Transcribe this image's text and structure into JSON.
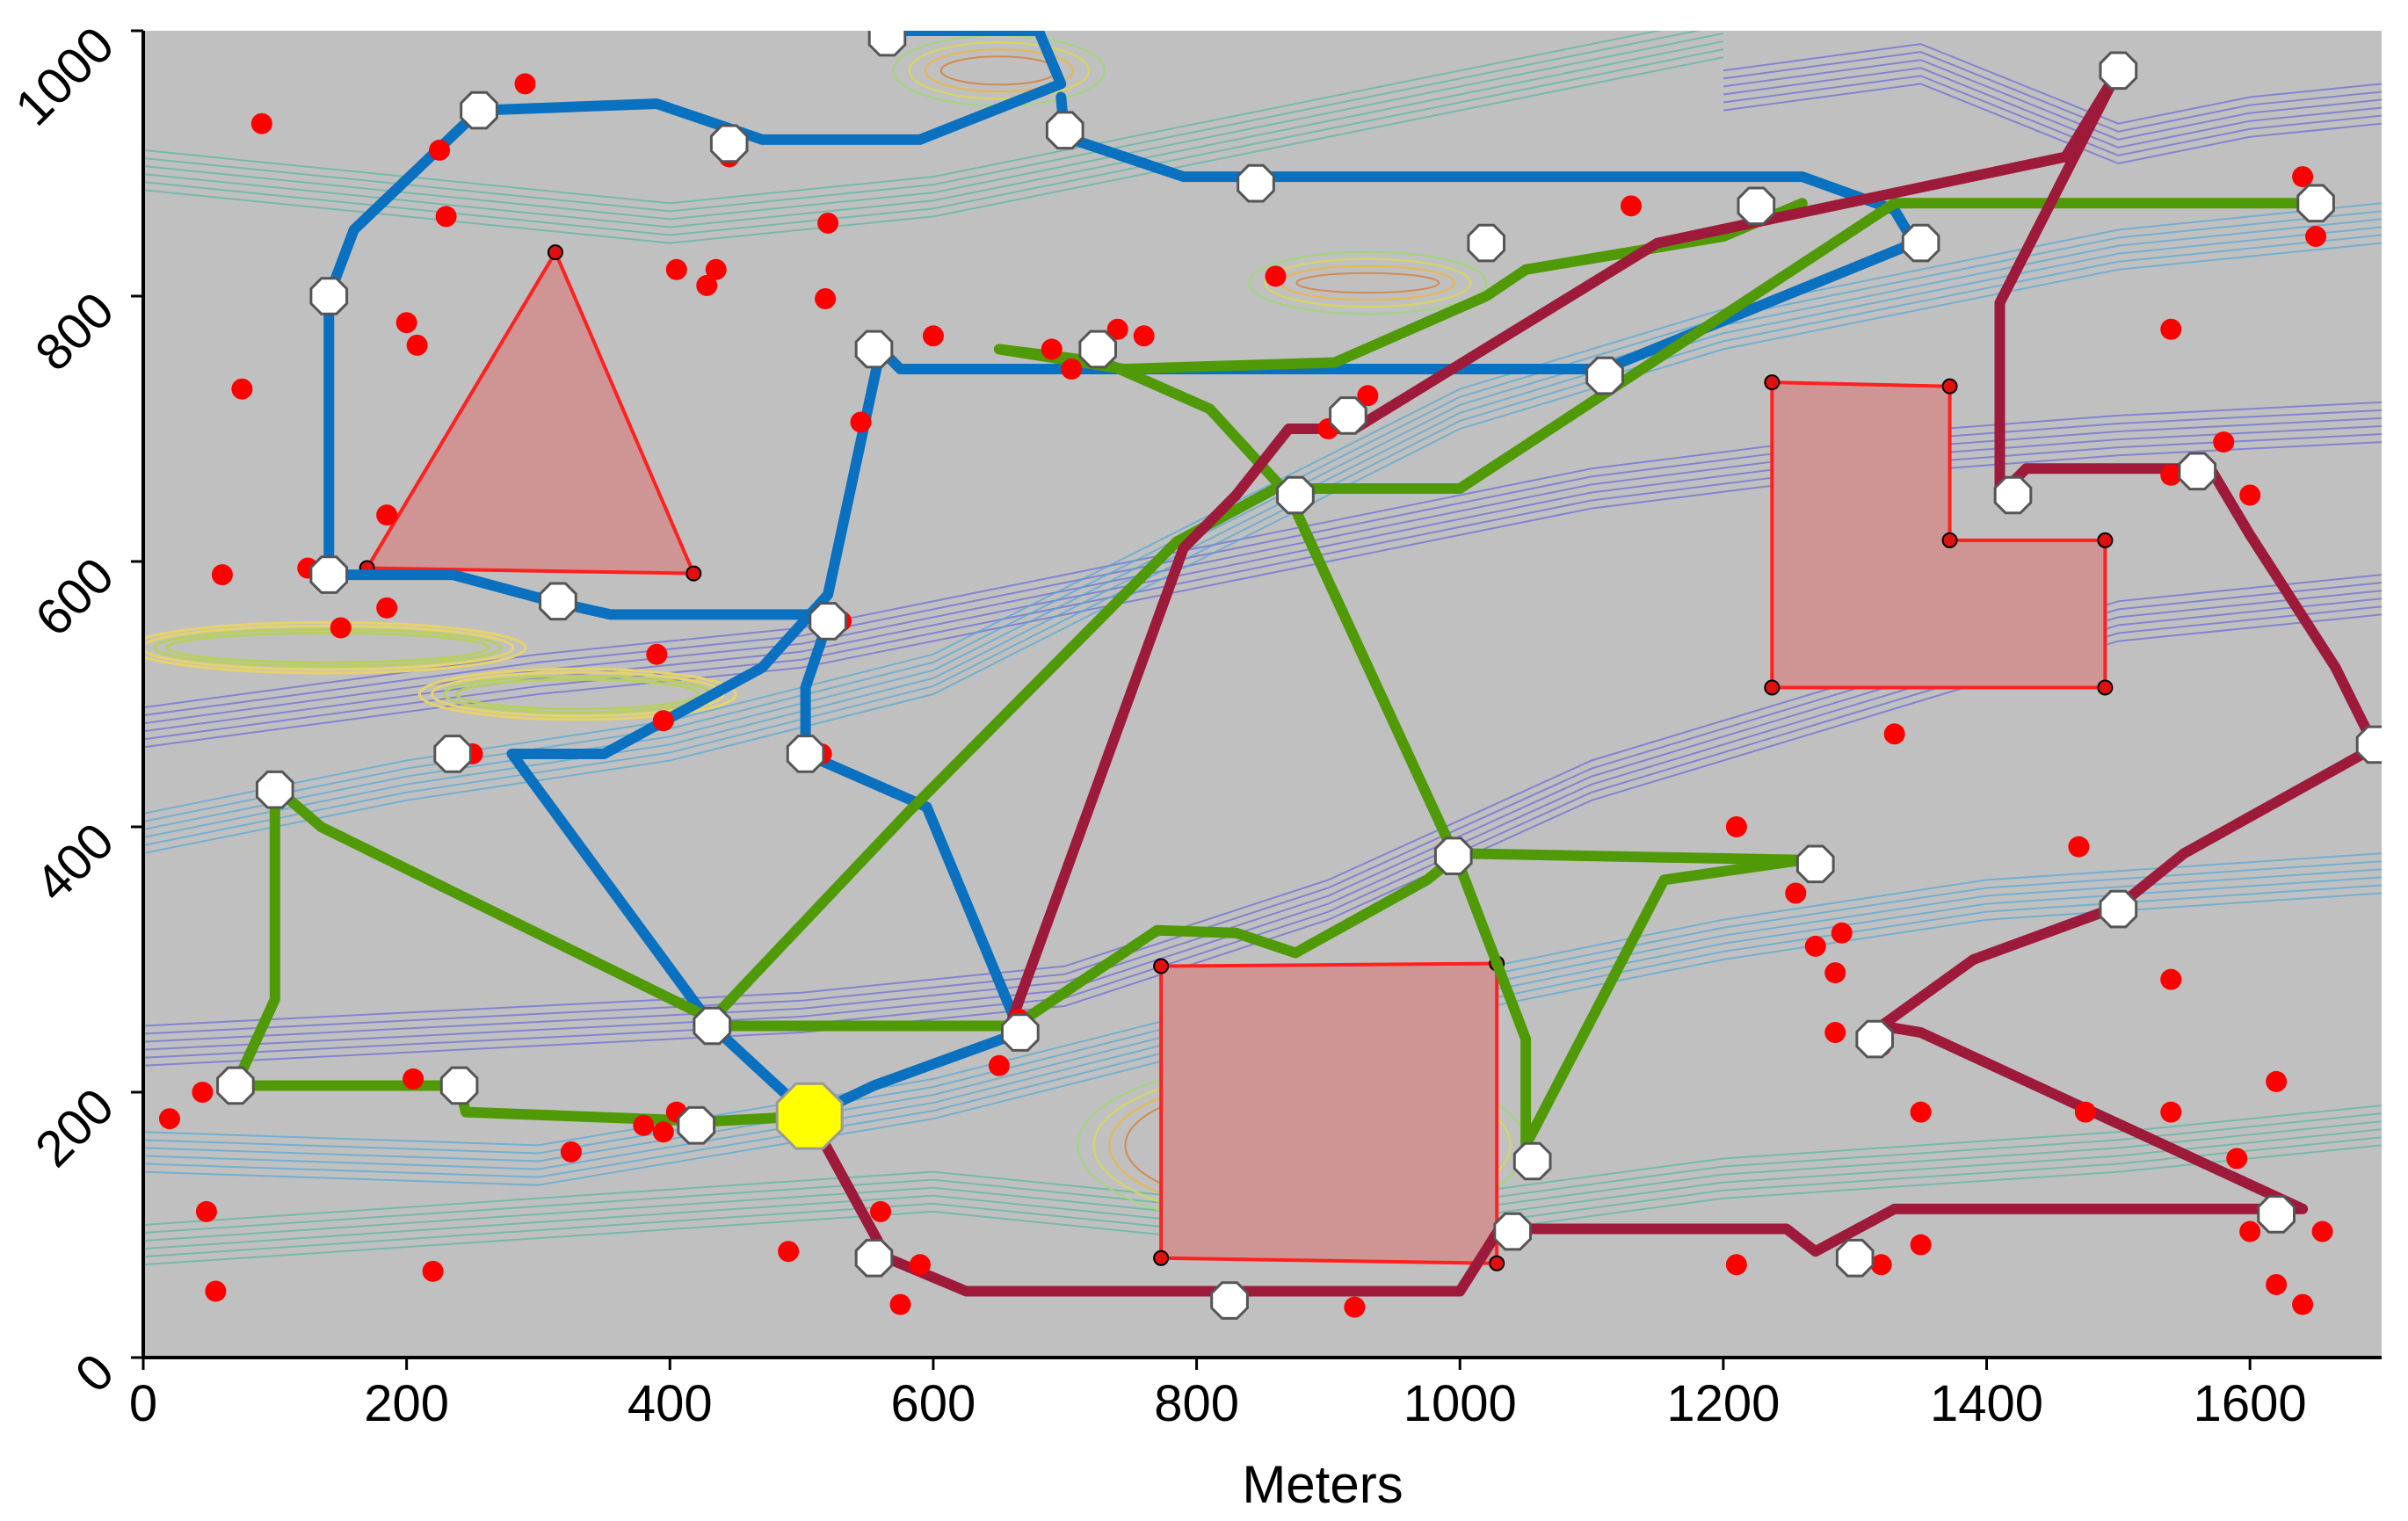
{
  "chart_data": {
    "type": "scatter",
    "title": "",
    "xlabel": "Meters",
    "ylabel": "",
    "xlim": [
      0,
      1700
    ],
    "ylim": [
      0,
      1000
    ],
    "x_ticks": [
      "0",
      "200",
      "400",
      "600",
      "800",
      "1000",
      "1200",
      "1400",
      "1600"
    ],
    "y_ticks": [
      "0",
      "200",
      "400",
      "600",
      "800",
      "1000"
    ],
    "grid": false,
    "legend": "none",
    "colors": {
      "background": "#c0c0c0",
      "blue_route": "#0a70c0",
      "green_route": "#4f9a06",
      "red_route": "#9e1a3a",
      "point": "#ff0000",
      "obstacle_fill": "#cf9494",
      "obstacle_edge": "#ff2020",
      "depot": "#ffff00"
    },
    "obstacles": [
      {
        "name": "triangle",
        "points": [
          [
            313,
            833
          ],
          [
            170,
            595
          ],
          [
            418,
            591
          ]
        ]
      },
      {
        "name": "l-shape",
        "points": [
          [
            1237,
            735
          ],
          [
            1372,
            732
          ],
          [
            1372,
            616
          ],
          [
            1490,
            616
          ],
          [
            1490,
            505
          ],
          [
            1237,
            505
          ]
        ]
      },
      {
        "name": "square",
        "points": [
          [
            773,
            295
          ],
          [
            1028,
            297
          ],
          [
            1028,
            71
          ],
          [
            773,
            75
          ]
        ]
      }
    ],
    "routes": [
      {
        "color": "blue",
        "path": [
          [
            506,
            182
          ],
          [
            555,
            205
          ],
          [
            666,
            245
          ],
          [
            595,
            415
          ],
          [
            503,
            455
          ],
          [
            503,
            505
          ],
          [
            520,
            555
          ],
          [
            515,
            560
          ],
          [
            355,
            560
          ],
          [
            310,
            570
          ],
          [
            235,
            590
          ],
          [
            141,
            590
          ],
          [
            141,
            800
          ],
          [
            160,
            850
          ],
          [
            255,
            940
          ],
          [
            390,
            945
          ],
          [
            470,
            918
          ],
          [
            590,
            918
          ],
          [
            697,
            960
          ],
          [
            680,
            1000
          ],
          [
            570,
            1000
          ],
          [
            565,
            995
          ]
        ]
      },
      {
        "color": "blue",
        "path": [
          [
            506,
            182
          ],
          [
            432,
            250
          ],
          [
            280,
            455
          ],
          [
            295,
            455
          ],
          [
            350,
            455
          ],
          [
            470,
            520
          ],
          [
            520,
            575
          ],
          [
            560,
            760
          ],
          [
            575,
            745
          ],
          [
            700,
            745
          ],
          [
            1110,
            745
          ],
          [
            1345,
            840
          ],
          [
            1330,
            865
          ],
          [
            1260,
            890
          ],
          [
            850,
            890
          ],
          [
            790,
            890
          ],
          [
            700,
            920
          ],
          [
            697,
            950
          ]
        ]
      },
      {
        "color": "green",
        "path": [
          [
            506,
            182
          ],
          [
            430,
            178
          ],
          [
            245,
            185
          ],
          [
            240,
            205
          ],
          [
            70,
            205
          ],
          [
            100,
            270
          ],
          [
            100,
            430
          ],
          [
            135,
            400
          ],
          [
            432,
            255
          ],
          [
            580,
            410
          ],
          [
            785,
            615
          ],
          [
            860,
            655
          ],
          [
            1000,
            655
          ],
          [
            1330,
            870
          ],
          [
            1650,
            870
          ],
          [
            1640,
            875
          ]
        ]
      },
      {
        "color": "green",
        "path": [
          [
            432,
            250
          ],
          [
            662,
            250
          ],
          [
            770,
            322
          ],
          [
            830,
            320
          ],
          [
            875,
            305
          ],
          [
            975,
            360
          ],
          [
            1000,
            380
          ],
          [
            1260,
            375
          ],
          [
            1155,
            360
          ],
          [
            1050,
            160
          ],
          [
            1050,
            240
          ],
          [
            1000,
            370
          ],
          [
            870,
            650
          ],
          [
            810,
            715
          ],
          [
            730,
            750
          ],
          [
            650,
            760
          ],
          [
            745,
            745
          ],
          [
            905,
            750
          ],
          [
            1020,
            800
          ],
          [
            1050,
            820
          ],
          [
            1200,
            845
          ],
          [
            1260,
            870
          ]
        ]
      },
      {
        "color": "red",
        "path": [
          [
            506,
            182
          ],
          [
            565,
            75
          ],
          [
            625,
            50
          ],
          [
            1000,
            50
          ],
          [
            1030,
            97
          ],
          [
            1248,
            97
          ],
          [
            1270,
            80
          ],
          [
            1330,
            112
          ],
          [
            1640,
            112
          ],
          [
            1350,
            245
          ],
          [
            1320,
            250
          ],
          [
            1390,
            300
          ],
          [
            1500,
            340
          ],
          [
            1550,
            380
          ],
          [
            1695,
            460
          ],
          [
            1665,
            520
          ],
          [
            1600,
            620
          ],
          [
            1570,
            670
          ],
          [
            1500,
            670
          ],
          [
            1430,
            670
          ],
          [
            1410,
            650
          ],
          [
            1410,
            795
          ],
          [
            1500,
            970
          ],
          [
            1460,
            905
          ],
          [
            1150,
            840
          ],
          [
            920,
            700
          ],
          [
            870,
            700
          ],
          [
            830,
            650
          ],
          [
            790,
            610
          ],
          [
            660,
            255
          ]
        ]
      }
    ],
    "waypoints": [
      {
        "x": 506,
        "y": 182,
        "kind": "depot"
      },
      {
        "x": 565,
        "y": 995,
        "kind": "stop"
      },
      {
        "x": 700,
        "y": 925,
        "kind": "stop"
      },
      {
        "x": 255,
        "y": 940,
        "kind": "stop"
      },
      {
        "x": 445,
        "y": 915,
        "kind": "stop"
      },
      {
        "x": 141,
        "y": 800,
        "kind": "stop"
      },
      {
        "x": 141,
        "y": 590,
        "kind": "stop"
      },
      {
        "x": 315,
        "y": 570,
        "kind": "stop"
      },
      {
        "x": 520,
        "y": 555,
        "kind": "stop"
      },
      {
        "x": 503,
        "y": 455,
        "kind": "stop"
      },
      {
        "x": 235,
        "y": 455,
        "kind": "stop"
      },
      {
        "x": 100,
        "y": 428,
        "kind": "stop"
      },
      {
        "x": 432,
        "y": 250,
        "kind": "stop"
      },
      {
        "x": 70,
        "y": 205,
        "kind": "stop"
      },
      {
        "x": 240,
        "y": 205,
        "kind": "stop"
      },
      {
        "x": 420,
        "y": 175,
        "kind": "stop"
      },
      {
        "x": 666,
        "y": 245,
        "kind": "stop"
      },
      {
        "x": 555,
        "y": 75,
        "kind": "stop"
      },
      {
        "x": 825,
        "y": 43,
        "kind": "stop"
      },
      {
        "x": 555,
        "y": 760,
        "kind": "stop"
      },
      {
        "x": 725,
        "y": 760,
        "kind": "stop"
      },
      {
        "x": 845,
        "y": 885,
        "kind": "stop"
      },
      {
        "x": 1020,
        "y": 840,
        "kind": "stop"
      },
      {
        "x": 1225,
        "y": 868,
        "kind": "stop"
      },
      {
        "x": 1350,
        "y": 840,
        "kind": "stop"
      },
      {
        "x": 1110,
        "y": 740,
        "kind": "stop"
      },
      {
        "x": 915,
        "y": 710,
        "kind": "stop"
      },
      {
        "x": 875,
        "y": 650,
        "kind": "stop"
      },
      {
        "x": 1500,
        "y": 970,
        "kind": "stop"
      },
      {
        "x": 1650,
        "y": 870,
        "kind": "stop"
      },
      {
        "x": 1420,
        "y": 650,
        "kind": "stop"
      },
      {
        "x": 1560,
        "y": 668,
        "kind": "stop"
      },
      {
        "x": 1695,
        "y": 462,
        "kind": "stop"
      },
      {
        "x": 995,
        "y": 378,
        "kind": "stop"
      },
      {
        "x": 1270,
        "y": 372,
        "kind": "stop"
      },
      {
        "x": 1500,
        "y": 338,
        "kind": "stop"
      },
      {
        "x": 1315,
        "y": 240,
        "kind": "stop"
      },
      {
        "x": 1055,
        "y": 148,
        "kind": "stop"
      },
      {
        "x": 1040,
        "y": 95,
        "kind": "stop"
      },
      {
        "x": 1300,
        "y": 75,
        "kind": "stop"
      },
      {
        "x": 1620,
        "y": 108,
        "kind": "stop"
      }
    ],
    "targets": [
      [
        570,
        995
      ],
      [
        290,
        960
      ],
      [
        90,
        930
      ],
      [
        445,
        920
      ],
      [
        445,
        905
      ],
      [
        225,
        910
      ],
      [
        520,
        855
      ],
      [
        230,
        860
      ],
      [
        435,
        820
      ],
      [
        405,
        820
      ],
      [
        428,
        808
      ],
      [
        518,
        798
      ],
      [
        200,
        780
      ],
      [
        208,
        763
      ],
      [
        75,
        730
      ],
      [
        600,
        770
      ],
      [
        690,
        760
      ],
      [
        705,
        745
      ],
      [
        740,
        775
      ],
      [
        760,
        770
      ],
      [
        545,
        705
      ],
      [
        860,
        815
      ],
      [
        850,
        885
      ],
      [
        1022,
        840
      ],
      [
        1130,
        868
      ],
      [
        1355,
        838
      ],
      [
        1110,
        740
      ],
      [
        930,
        725
      ],
      [
        900,
        700
      ],
      [
        878,
        650
      ],
      [
        1640,
        890
      ],
      [
        1650,
        845
      ],
      [
        1500,
        965
      ],
      [
        1540,
        775
      ],
      [
        1580,
        690
      ],
      [
        1540,
        665
      ],
      [
        1600,
        650
      ],
      [
        1420,
        650
      ],
      [
        1690,
        462
      ],
      [
        1330,
        470
      ],
      [
        1210,
        400
      ],
      [
        1470,
        385
      ],
      [
        1255,
        350
      ],
      [
        1270,
        310
      ],
      [
        1290,
        320
      ],
      [
        1285,
        290
      ],
      [
        1285,
        245
      ],
      [
        1320,
        235
      ],
      [
        1540,
        285
      ],
      [
        1620,
        208
      ],
      [
        1350,
        185
      ],
      [
        1475,
        185
      ],
      [
        1540,
        185
      ],
      [
        1590,
        150
      ],
      [
        1620,
        108
      ],
      [
        1600,
        95
      ],
      [
        1655,
        95
      ],
      [
        1620,
        55
      ],
      [
        1640,
        40
      ],
      [
        1350,
        85
      ],
      [
        1320,
        70
      ],
      [
        1210,
        70
      ],
      [
        1040,
        95
      ],
      [
        1058,
        148
      ],
      [
        920,
        38
      ],
      [
        825,
        43
      ],
      [
        590,
        70
      ],
      [
        575,
        40
      ],
      [
        560,
        110
      ],
      [
        490,
        80
      ],
      [
        395,
        170
      ],
      [
        405,
        185
      ],
      [
        325,
        155
      ],
      [
        205,
        210
      ],
      [
        125,
        595
      ],
      [
        150,
        550
      ],
      [
        60,
        590
      ],
      [
        185,
        565
      ],
      [
        185,
        635
      ],
      [
        390,
        530
      ],
      [
        395,
        480
      ],
      [
        235,
        455
      ],
      [
        250,
        455
      ],
      [
        515,
        455
      ],
      [
        530,
        555
      ],
      [
        318,
        568
      ],
      [
        100,
        428
      ],
      [
        432,
        250
      ],
      [
        665,
        255
      ],
      [
        650,
        220
      ],
      [
        240,
        205
      ],
      [
        20,
        180
      ],
      [
        45,
        200
      ],
      [
        48,
        110
      ],
      [
        55,
        50
      ],
      [
        220,
        65
      ],
      [
        380,
        175
      ]
    ],
    "contour_note": ""
  }
}
